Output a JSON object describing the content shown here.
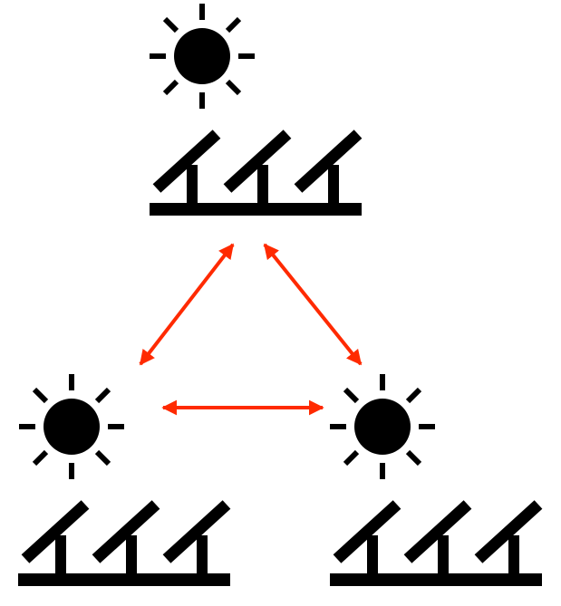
{
  "colors": {
    "icon": "#000000",
    "arrow": "#ff2a00",
    "background": "#ffffff"
  },
  "nodes": [
    {
      "id": "top",
      "icon": "sun-icon",
      "panel_icon": "solar-panel-array-icon",
      "panel_count": 3
    },
    {
      "id": "bottom-left",
      "icon": "sun-icon",
      "panel_icon": "solar-panel-array-icon",
      "panel_count": 3
    },
    {
      "id": "bottom-right",
      "icon": "sun-icon",
      "panel_icon": "solar-panel-array-icon",
      "panel_count": 3
    }
  ],
  "links": [
    {
      "from": "top",
      "to": "bottom-left",
      "direction": "bidirectional"
    },
    {
      "from": "top",
      "to": "bottom-right",
      "direction": "bidirectional"
    },
    {
      "from": "bottom-left",
      "to": "bottom-right",
      "direction": "bidirectional"
    }
  ]
}
